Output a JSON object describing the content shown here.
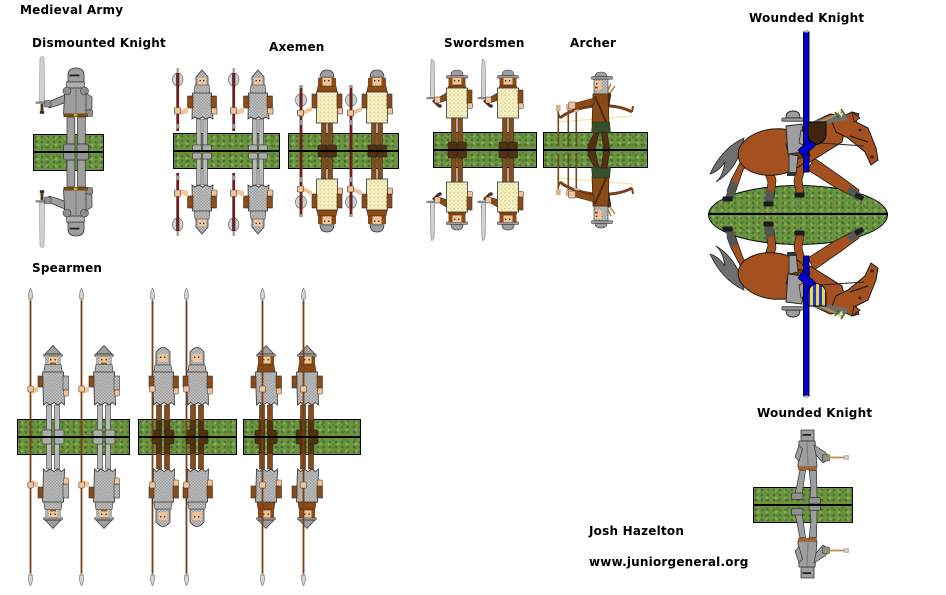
{
  "sheet": {
    "title": "Medieval Army"
  },
  "sections": {
    "dismounted_knight": {
      "label": "Dismounted Knight",
      "figures": 1
    },
    "axemen": {
      "label": "Axemen",
      "stands": 2,
      "figures_per_stand": 2
    },
    "swordsmen": {
      "label": "Swordsmen",
      "figures": 2
    },
    "archer": {
      "label": "Archer",
      "figures": 1
    },
    "wounded_knight_mounted": {
      "label": "Wounded Knight",
      "figures": 1
    },
    "spearmen": {
      "label": "Spearmen",
      "stands": 3,
      "figures_per_stand": 2
    },
    "wounded_knight_foot": {
      "label": "Wounded Knight",
      "figures": 1
    }
  },
  "credits": {
    "author": "Josh Hazelton",
    "website": "www.juniorgeneral.org"
  },
  "colors": {
    "background": "#FFFFFF",
    "text": "#000000",
    "base_green": "#6B9441",
    "armor": "#9E9E9E",
    "armor_light": "#8F8F8F",
    "chainmail": "#C2C2C2",
    "flesh": "#F2C497",
    "brown": "#8A4B17",
    "dark_brown": "#53300F",
    "tunic_yellow": "#F6F1C6",
    "blade": "#D2D2D2",
    "axe_shaft": "#6E1E1E",
    "spear_shaft": "#7A4015",
    "leg_gray": "#B9B9B9",
    "horse": "#A5511F",
    "horse_mane": "#6F6F6F",
    "lance_blue": "#0000D0",
    "shield_front": "#3F2410",
    "shield_back_blue": "#2233CC",
    "shield_back_yellow": "#E8D84A",
    "bow": "#7B3F1A",
    "bowstring": "#EFE6A8",
    "arrow": "#C09048",
    "green_hose": "#35502A"
  }
}
